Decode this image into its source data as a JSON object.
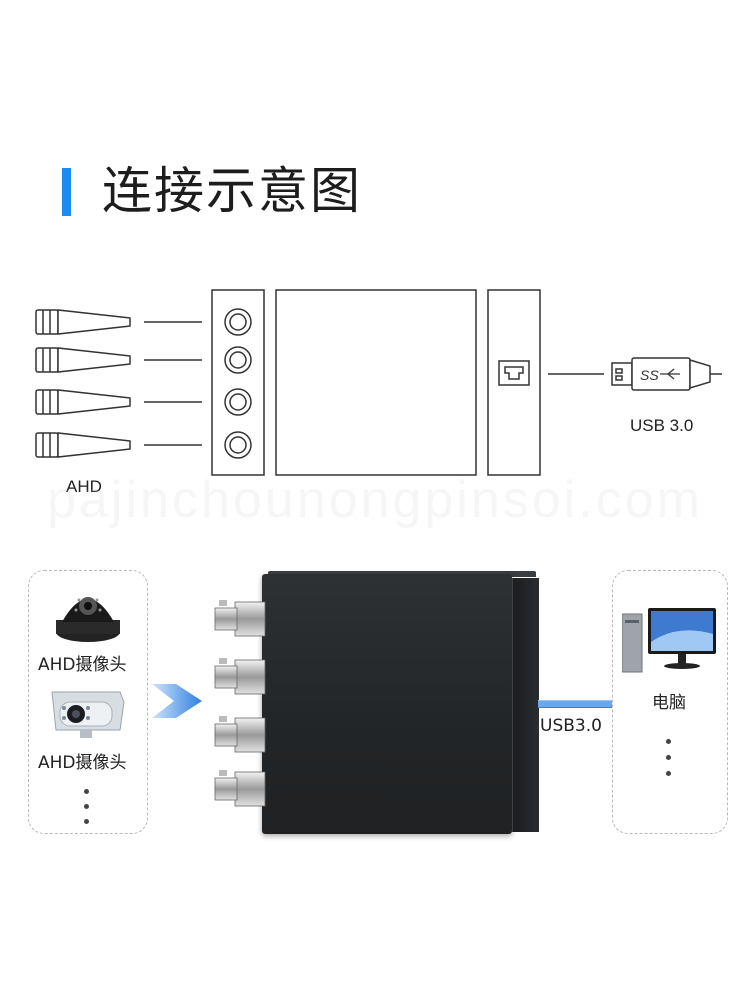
{
  "header": {
    "title": "连接示意图"
  },
  "schematic": {
    "camera_label": "AHD",
    "usb_label": "USB 3.0",
    "usb_logo": "SS"
  },
  "watermark": {
    "text": "pajinchounongpinsoi.com"
  },
  "photo": {
    "cameras": [
      {
        "label": "AHD摄像头",
        "icon": "dome-camera-icon"
      },
      {
        "label": "AHD摄像头",
        "icon": "bullet-camera-icon"
      }
    ],
    "cable_label": "USB3.0",
    "pc_label": "电脑",
    "colors": {
      "accent": "#1a8cf0",
      "cable": "#6aa8ee",
      "arrow": "#2f7fe0",
      "device": "#262a2d"
    }
  }
}
